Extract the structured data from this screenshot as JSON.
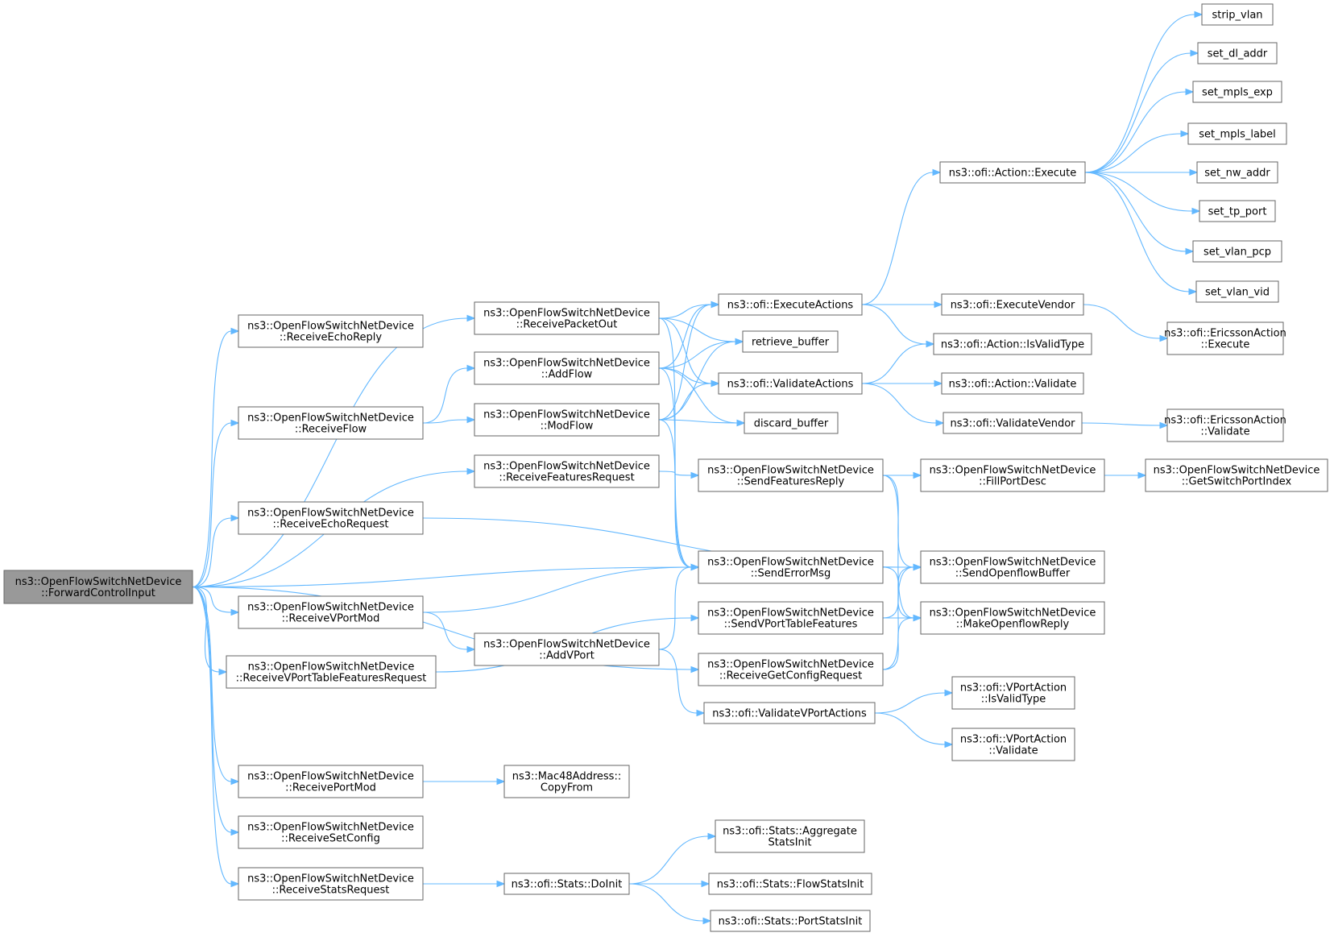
{
  "colors": {
    "edge": "#63b8ff",
    "node_border": "#666666",
    "root_fill": "#999999",
    "node_fill": "#ffffff"
  },
  "nodes": [
    {
      "id": "root",
      "lines": [
        "ns3::OpenFlowSwitchNetDevice",
        "::ForwardControlInput"
      ],
      "root": true
    },
    {
      "id": "rer",
      "lines": [
        "ns3::OpenFlowSwitchNetDevice",
        "::ReceiveEchoReply"
      ]
    },
    {
      "id": "rpo",
      "lines": [
        "ns3::OpenFlowSwitchNetDevice",
        "::ReceivePacketOut"
      ]
    },
    {
      "id": "af",
      "lines": [
        "ns3::OpenFlowSwitchNetDevice",
        "::AddFlow"
      ]
    },
    {
      "id": "rf",
      "lines": [
        "ns3::OpenFlowSwitchNetDevice",
        "::ReceiveFlow"
      ]
    },
    {
      "id": "mf",
      "lines": [
        "ns3::OpenFlowSwitchNetDevice",
        "::ModFlow"
      ]
    },
    {
      "id": "rfr",
      "lines": [
        "ns3::OpenFlowSwitchNetDevice",
        "::ReceiveFeaturesRequest"
      ]
    },
    {
      "id": "reqr",
      "lines": [
        "ns3::OpenFlowSwitchNetDevice",
        "::ReceiveEchoRequest"
      ]
    },
    {
      "id": "rvpm",
      "lines": [
        "ns3::OpenFlowSwitchNetDevice",
        "::ReceiveVPortMod"
      ]
    },
    {
      "id": "avp",
      "lines": [
        "ns3::OpenFlowSwitchNetDevice",
        "::AddVPort"
      ]
    },
    {
      "id": "rvptfr",
      "lines": [
        "ns3::OpenFlowSwitchNetDevice",
        "::ReceiveVPortTableFeaturesRequest"
      ]
    },
    {
      "id": "rpm",
      "lines": [
        "ns3::OpenFlowSwitchNetDevice",
        "::ReceivePortMod"
      ]
    },
    {
      "id": "mcf",
      "lines": [
        "ns3::Mac48Address::",
        "CopyFrom"
      ]
    },
    {
      "id": "rsc",
      "lines": [
        "ns3::OpenFlowSwitchNetDevice",
        "::ReceiveSetConfig"
      ]
    },
    {
      "id": "rsr",
      "lines": [
        "ns3::OpenFlowSwitchNetDevice",
        "::ReceiveStatsRequest"
      ]
    },
    {
      "id": "sdi",
      "lines": [
        "ns3::ofi::Stats::DoInit"
      ]
    },
    {
      "id": "asi",
      "lines": [
        "ns3::ofi::Stats::Aggregate",
        "StatsInit"
      ]
    },
    {
      "id": "fsi",
      "lines": [
        "ns3::ofi::Stats::FlowStatsInit"
      ]
    },
    {
      "id": "psi",
      "lines": [
        "ns3::ofi::Stats::PortStatsInit"
      ]
    },
    {
      "id": "ea",
      "lines": [
        "ns3::ofi::ExecuteActions"
      ]
    },
    {
      "id": "rb",
      "lines": [
        "retrieve_buffer"
      ]
    },
    {
      "id": "va",
      "lines": [
        "ns3::ofi::ValidateActions"
      ]
    },
    {
      "id": "db",
      "lines": [
        "discard_buffer"
      ]
    },
    {
      "id": "sfr",
      "lines": [
        "ns3::OpenFlowSwitchNetDevice",
        "::SendFeaturesReply"
      ]
    },
    {
      "id": "sem",
      "lines": [
        "ns3::OpenFlowSwitchNetDevice",
        "::SendErrorMsg"
      ]
    },
    {
      "id": "svptf",
      "lines": [
        "ns3::OpenFlowSwitchNetDevice",
        "::SendVPortTableFeatures"
      ]
    },
    {
      "id": "rgcr",
      "lines": [
        "ns3::OpenFlowSwitchNetDevice",
        "::ReceiveGetConfigRequest"
      ]
    },
    {
      "id": "vvpa",
      "lines": [
        "ns3::ofi::ValidateVPortActions"
      ]
    },
    {
      "id": "aex",
      "lines": [
        "ns3::ofi::Action::Execute"
      ]
    },
    {
      "id": "ev",
      "lines": [
        "ns3::ofi::ExecuteVendor"
      ]
    },
    {
      "id": "aivt",
      "lines": [
        "ns3::ofi::Action::IsValidType"
      ]
    },
    {
      "id": "av",
      "lines": [
        "ns3::ofi::Action::Validate"
      ]
    },
    {
      "id": "vv",
      "lines": [
        "ns3::ofi::ValidateVendor"
      ]
    },
    {
      "id": "fpd",
      "lines": [
        "ns3::OpenFlowSwitchNetDevice",
        "::FillPortDesc"
      ]
    },
    {
      "id": "sob",
      "lines": [
        "ns3::OpenFlowSwitchNetDevice",
        "::SendOpenflowBuffer"
      ]
    },
    {
      "id": "mor",
      "lines": [
        "ns3::OpenFlowSwitchNetDevice",
        "::MakeOpenflowReply"
      ]
    },
    {
      "id": "vpivt",
      "lines": [
        "ns3::ofi::VPortAction",
        "::IsValidType"
      ]
    },
    {
      "id": "vpv",
      "lines": [
        "ns3::ofi::VPortAction",
        "::Validate"
      ]
    },
    {
      "id": "sv",
      "lines": [
        "strip_vlan"
      ]
    },
    {
      "id": "sda",
      "lines": [
        "set_dl_addr"
      ]
    },
    {
      "id": "sme",
      "lines": [
        "set_mpls_exp"
      ]
    },
    {
      "id": "sml",
      "lines": [
        "set_mpls_label"
      ]
    },
    {
      "id": "sna",
      "lines": [
        "set_nw_addr"
      ]
    },
    {
      "id": "stp",
      "lines": [
        "set_tp_port"
      ]
    },
    {
      "id": "svp",
      "lines": [
        "set_vlan_pcp"
      ]
    },
    {
      "id": "svv",
      "lines": [
        "set_vlan_vid"
      ]
    },
    {
      "id": "eaex",
      "lines": [
        "ns3::ofi::EricssonAction",
        "::Execute"
      ]
    },
    {
      "id": "eav",
      "lines": [
        "ns3::ofi::EricssonAction",
        "::Validate"
      ]
    },
    {
      "id": "gspi",
      "lines": [
        "ns3::OpenFlowSwitchNetDevice",
        "::GetSwitchPortIndex"
      ]
    }
  ],
  "edges": [
    [
      "root",
      "rer"
    ],
    [
      "root",
      "rpo"
    ],
    [
      "root",
      "rf"
    ],
    [
      "root",
      "rfr"
    ],
    [
      "root",
      "reqr"
    ],
    [
      "root",
      "sem"
    ],
    [
      "root",
      "rvpm"
    ],
    [
      "root",
      "rvptfr"
    ],
    [
      "root",
      "rgcr"
    ],
    [
      "root",
      "rpm"
    ],
    [
      "root",
      "rsc"
    ],
    [
      "root",
      "rsr"
    ],
    [
      "rpo",
      "ea"
    ],
    [
      "rpo",
      "rb"
    ],
    [
      "rpo",
      "va"
    ],
    [
      "rpo",
      "sem"
    ],
    [
      "af",
      "ea"
    ],
    [
      "af",
      "rb"
    ],
    [
      "af",
      "va"
    ],
    [
      "af",
      "db"
    ],
    [
      "af",
      "sem"
    ],
    [
      "rf",
      "af"
    ],
    [
      "rf",
      "mf"
    ],
    [
      "mf",
      "ea"
    ],
    [
      "mf",
      "rb"
    ],
    [
      "mf",
      "va"
    ],
    [
      "mf",
      "db"
    ],
    [
      "mf",
      "sem"
    ],
    [
      "rfr",
      "sfr"
    ],
    [
      "reqr",
      "sob"
    ],
    [
      "rvpm",
      "sem"
    ],
    [
      "rvpm",
      "avp"
    ],
    [
      "avp",
      "sem"
    ],
    [
      "avp",
      "vvpa"
    ],
    [
      "rvptfr",
      "svptf"
    ],
    [
      "rpm",
      "mcf"
    ],
    [
      "rsr",
      "sdi"
    ],
    [
      "sdi",
      "asi"
    ],
    [
      "sdi",
      "fsi"
    ],
    [
      "sdi",
      "psi"
    ],
    [
      "ea",
      "aex"
    ],
    [
      "ea",
      "ev"
    ],
    [
      "ea",
      "aivt"
    ],
    [
      "va",
      "aivt"
    ],
    [
      "va",
      "av"
    ],
    [
      "va",
      "vv"
    ],
    [
      "sfr",
      "fpd"
    ],
    [
      "sfr",
      "sob"
    ],
    [
      "sfr",
      "mor"
    ],
    [
      "sem",
      "sob"
    ],
    [
      "sem",
      "mor"
    ],
    [
      "svptf",
      "sob"
    ],
    [
      "svptf",
      "mor"
    ],
    [
      "rgcr",
      "sob"
    ],
    [
      "rgcr",
      "mor"
    ],
    [
      "vvpa",
      "vpivt"
    ],
    [
      "vvpa",
      "vpv"
    ],
    [
      "aex",
      "sv"
    ],
    [
      "aex",
      "sda"
    ],
    [
      "aex",
      "sme"
    ],
    [
      "aex",
      "sml"
    ],
    [
      "aex",
      "sna"
    ],
    [
      "aex",
      "stp"
    ],
    [
      "aex",
      "svp"
    ],
    [
      "aex",
      "svv"
    ],
    [
      "ev",
      "eaex"
    ],
    [
      "vv",
      "eav"
    ],
    [
      "fpd",
      "gspi"
    ]
  ]
}
